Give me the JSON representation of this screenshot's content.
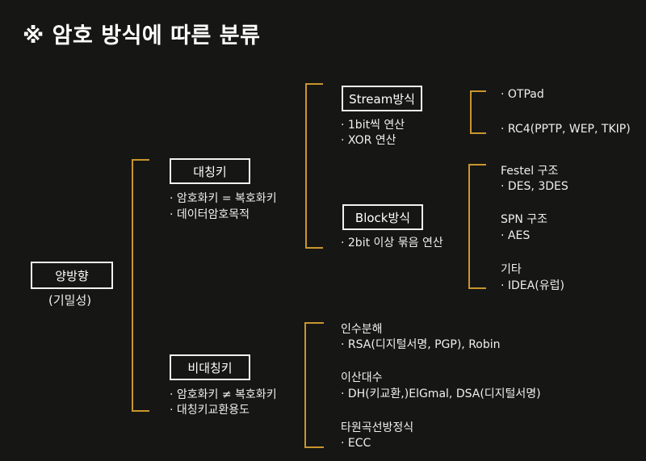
{
  "title": "※ 암호 방식에 따른 분류",
  "root": {
    "label": "양방향",
    "sub": "(기밀성)"
  },
  "symmetric": {
    "label": "대칭키",
    "notes": [
      "· 암호화키 = 복호화키",
      "· 데이터암호목적"
    ],
    "stream": {
      "label": "Stream방식",
      "notes": [
        "· 1bit씩 연산",
        "· XOR 연산"
      ],
      "items": [
        "· OTPad",
        "· RC4(PPTP, WEP, TKIP)"
      ]
    },
    "block": {
      "label": "Block방식",
      "notes": [
        "· 2bit 이상 묶음 연산"
      ],
      "groups": [
        {
          "head": "Festel 구조",
          "item": "·  DES, 3DES"
        },
        {
          "head": "SPN 구조",
          "item": "· AES"
        },
        {
          "head": "기타",
          "item": "· IDEA(유럽)"
        }
      ]
    }
  },
  "asymmetric": {
    "label": "비대칭키",
    "notes": [
      "· 암호화키 ≠ 복호화키",
      "· 대칭키교환용도"
    ],
    "groups": [
      {
        "head": "인수분해",
        "item": "· RSA(디지털서명, PGP), Robin"
      },
      {
        "head": "이산대수",
        "item": "· DH(키교환,)ElGmal, DSA(디지털서명)"
      },
      {
        "head": "타원곡선방정식",
        "item": "· ECC"
      }
    ]
  },
  "colors": {
    "background": "#161615",
    "bracket": "#c9962d",
    "text": "#f0f0f0"
  }
}
